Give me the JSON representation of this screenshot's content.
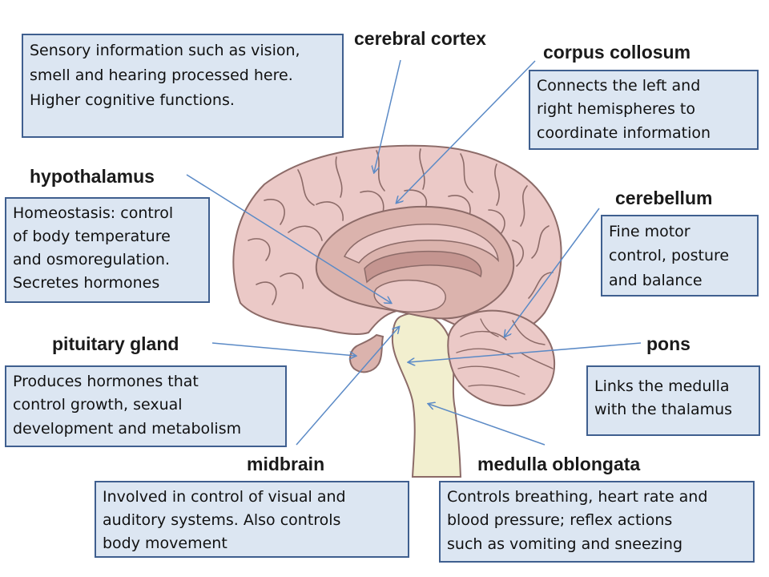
{
  "parts": {
    "cerebral_cortex": {
      "name": "cerebral cortex",
      "desc": [
        "Sensory information such as vision,",
        "smell and hearing processed here.",
        "Higher cognitive functions."
      ]
    },
    "corpus_collosum": {
      "name": "corpus collosum",
      "desc": [
        "Connects the left and",
        "right hemispheres to",
        "coordinate information"
      ]
    },
    "hypothalamus": {
      "name": "hypothalamus",
      "desc": [
        "Homeostasis: control",
        "of body temperature",
        "and osmoregulation.",
        "Secretes hormones"
      ]
    },
    "cerebellum": {
      "name": "cerebellum",
      "desc": [
        "Fine motor",
        "control, posture",
        "and balance"
      ]
    },
    "pituitary_gland": {
      "name": "pituitary gland",
      "desc": [
        "Produces  hormones that",
        "control growth, sexual",
        "development and metabolism"
      ]
    },
    "pons": {
      "name": "pons",
      "desc": [
        "Links the medulla",
        "with the thalamus"
      ]
    },
    "midbrain": {
      "name": "midbrain",
      "desc": [
        "Involved in control of visual and",
        "auditory systems. Also controls",
        "body movement"
      ]
    },
    "medulla_oblongata": {
      "name": "medulla oblongata",
      "desc": [
        "Controls breathing, heart rate and",
        "blood pressure; reflex actions",
        "such as vomiting and sneezing"
      ]
    }
  },
  "colors": {
    "cortex": "#ebc9c7",
    "inner_tissue": "#dbb3ad",
    "ventricle": "#c49590",
    "brainstem": "#f2efcf",
    "outline": "#8c6b68",
    "box_fill": "#dce6f2",
    "box_border": "#3f5f8f",
    "pointer": "#5b8ac6"
  }
}
